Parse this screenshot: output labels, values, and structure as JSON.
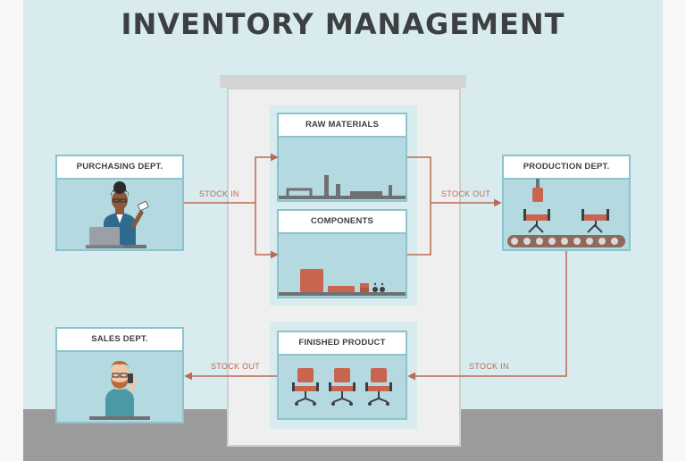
{
  "title": "INVENTORY MANAGEMENT",
  "departments": {
    "purchasing": "PURCHASING DEPT.",
    "production": "PRODUCTION DEPT.",
    "sales": "SALES DEPT."
  },
  "storage": {
    "raw_materials": "RAW MATERIALS",
    "components": "COMPONENTS",
    "finished_product": "FINISHED PRODUCT"
  },
  "flows": {
    "purchasing_to_storage": "STOCK IN",
    "storage_to_production": "STOCK OUT",
    "production_to_storage": "STOCK IN",
    "storage_to_sales": "STOCK OUT"
  },
  "colors": {
    "arrow": "#b96a52",
    "accent": "#c9654f",
    "box_fill": "#b4d9e0"
  }
}
